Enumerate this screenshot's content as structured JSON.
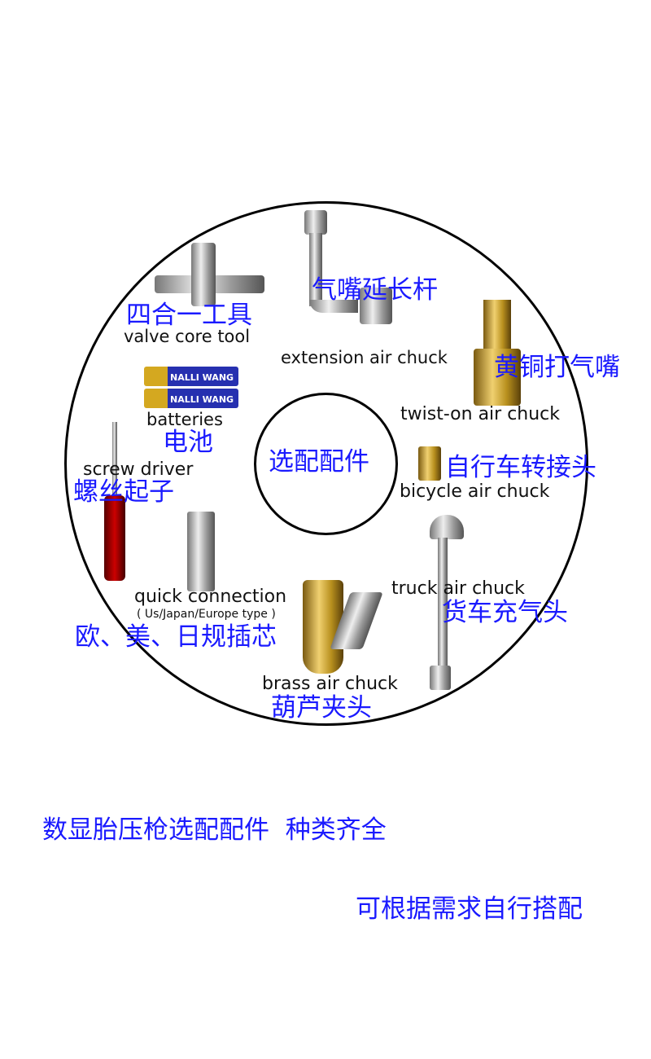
{
  "center_label": "选配配件",
  "items": [
    {
      "cn": "四合一工具",
      "en": "valve core tool",
      "icon": "valve-core-tool"
    },
    {
      "cn": "气嘴延长杆",
      "en": "extension air chuck",
      "icon": "extension-chuck"
    },
    {
      "cn": "黄铜打气嘴",
      "en": "twist-on air chuck",
      "icon": "twist-on-chuck"
    },
    {
      "cn": "电池",
      "en": "batteries",
      "icon": "batteries",
      "brand": "NALLI WANG"
    },
    {
      "cn": "自行车转接头",
      "en": "bicycle air chuck",
      "icon": "bicycle-adapter"
    },
    {
      "cn": "螺丝起子",
      "en": "screw driver",
      "icon": "screwdriver"
    },
    {
      "cn": "欧、美、日规插芯",
      "en": "quick connection",
      "sub": "( Us/Japan/Europe type )",
      "icon": "quick-connector"
    },
    {
      "cn": "货车充气头",
      "en": "truck air chuck",
      "icon": "truck-chuck"
    },
    {
      "cn": "葫芦夹头",
      "en": "brass air chuck",
      "icon": "brass-clip-chuck"
    }
  ],
  "footer": {
    "line1": "数显胎压枪选配配件  种类齐全",
    "line2": "可根据需求自行搭配"
  },
  "colors": {
    "accent": "#1a1aff",
    "text": "#111111"
  }
}
